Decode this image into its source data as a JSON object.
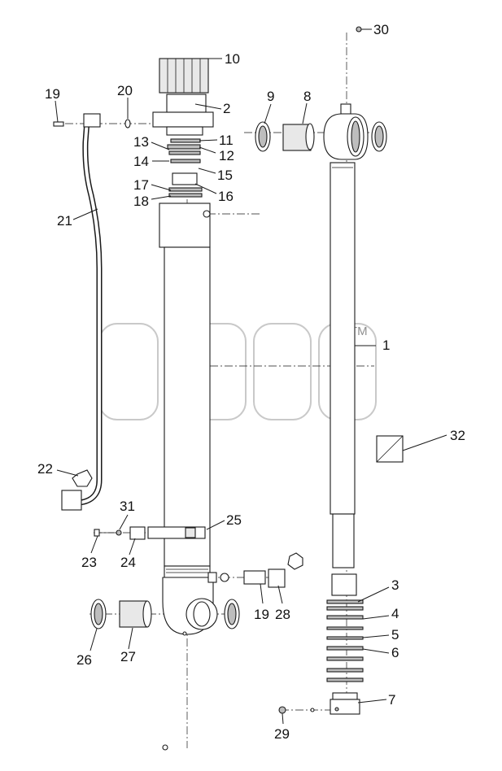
{
  "watermark": {
    "trademark": "TM"
  },
  "callouts": [
    "1",
    "2",
    "3",
    "4",
    "5",
    "6",
    "7",
    "8",
    "9",
    "10",
    "11",
    "12",
    "13",
    "14",
    "15",
    "16",
    "17",
    "18",
    "19",
    "20",
    "21",
    "22",
    "23",
    "24",
    "25",
    "26",
    "27",
    "28",
    "19",
    "29",
    "30",
    "31",
    "32"
  ]
}
